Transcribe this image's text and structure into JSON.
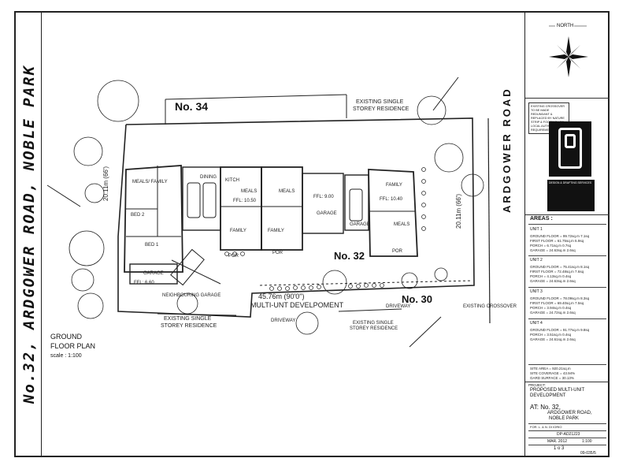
{
  "vertical_title": "No.32, ARDGOWER ROAD, NOBLE PARK",
  "plan": {
    "lot_no34": "No. 34",
    "lot_no32": "No. 32",
    "lot_no30": "No. 30",
    "existing_top": [
      "EXISTING SINGLE",
      "STOREY RESIDENCE"
    ],
    "existing_bottom_left": [
      "EXISTING SINGLE",
      "STOREY RESIDENCE"
    ],
    "existing_bottom_right": [
      "EXISTING SINGLE",
      "STOREY RESIDENCE"
    ],
    "frontage_label": "45.76m (90'0\")",
    "multi_unit_label": "MULTI-UNT DEVELPOMENT",
    "road_name": "ARDGOWER ROAD",
    "side_dim_left": "20.11m (66')",
    "side_dim_right": "20.11m (66')",
    "room_labels": [
      "MEALS/ FAMILY",
      "BED 2",
      "BED 1",
      "GARAGE",
      "KITCH",
      "MEALS",
      "FAMILY",
      "MEALS",
      "FAMILY",
      "GARAGE",
      "FAMILY",
      "MEALS",
      "GARAGE",
      "POR",
      "POR",
      "POR",
      "DINING"
    ],
    "ffl": [
      "FFL: 6.60",
      "FFL: 10.50",
      "FFL: 9.00",
      "FFL: 10.40"
    ],
    "notes": [
      "NEIGHBOURING GARAGE",
      "DRIVEWAY",
      "DRIVEWAY",
      "EXISTING CROSSOVER"
    ]
  },
  "ground_floor": {
    "title_line1": "GROUND",
    "title_line2": "FLOOR PLAN",
    "scale": "scale : 1:100"
  },
  "title_block": {
    "north_label": "NORTH",
    "note_box": "EXISTING CROSSOVER TO BE MADE REDUNDANT & REPLACED BY NATURE STRIP & FOOTPATH TO LOCAL AUTHORITY REQUIREMENTS",
    "logo_caption": "DESIGN & DRAFTING SERVICES",
    "areas_heading": "AREAS :",
    "units": [
      {
        "name": "UNIT 1",
        "rows": [
          "GROUND FLOOR = 99.72sq.m 7.1sq",
          "FIRST FLOOR = 61.75sq.m 5.9sq",
          "PORCH = 6.71sq.m 0.7sq",
          "GARAGE = 24.63sq.m 2.6sq"
        ]
      },
      {
        "name": "UNIT 2",
        "rows": [
          "GROUND FLOOR = 75.41sq.m 8.1sq",
          "FIRST FLOOR = 72.48sq.m 7.6sq",
          "PORCH = 4.13sq.m 0.4sq",
          "GARAGE = 24.63sq.m 2.6sq"
        ]
      },
      {
        "name": "UNIT 3",
        "rows": [
          "GROUND FLOOR = 78.09sq.m 8.3sq",
          "FIRST FLOOR = 69.40sq.m 7.5sq",
          "PORCH = 3.94sq.m 0.4sq",
          "GARAGE = 24.72sq.m 2.6sq"
        ]
      },
      {
        "name": "UNIT 4",
        "rows": [
          "GROUND FLOOR = 91.77sq.m 9.8sq",
          "PORCH = 3.51sq.m 0.4sq",
          "GARAGE = 24.61sq.m 2.6sq"
        ]
      }
    ],
    "site_rows": [
      "SITE AREA = 920.21sq.m",
      "SITE COVERAGE = 43.94%",
      "GARD SURFACE = 30.13%"
    ],
    "project_label": "PROJECT:",
    "project": [
      "PROPOSED MULTI-UNIT",
      "DEVELOPMENT"
    ],
    "at_label": "AT: No. 32,",
    "address": [
      "ARDGOWER ROAD,",
      "NOBLE PARK"
    ],
    "client": "FOR: L. & N. DI IORIO",
    "drawing_no": "DP-AD21223",
    "date": "MAR. 2012",
    "scale": "1:100",
    "sheet": "1 o 3",
    "job": "09-035/5"
  }
}
